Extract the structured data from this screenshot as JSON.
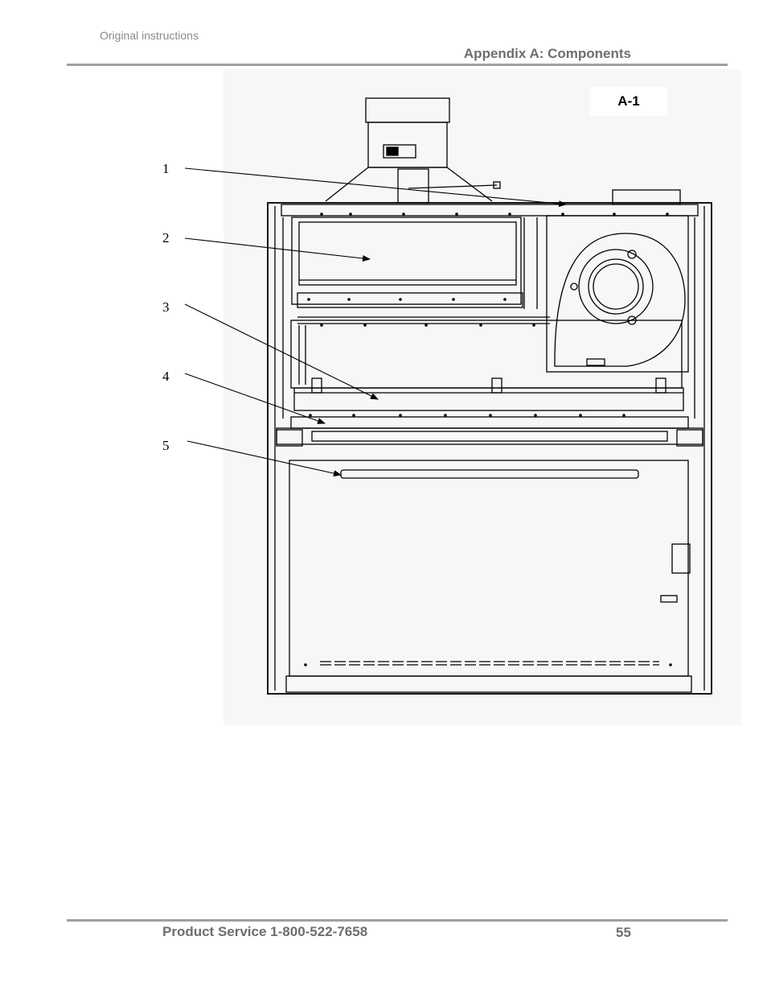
{
  "header": {
    "note": "Original instructions",
    "section_title": "Appendix A: Components"
  },
  "figure": {
    "label": "A-1",
    "callouts": [
      "1",
      "2",
      "3",
      "4",
      "5"
    ]
  },
  "footer": {
    "service": "Product Service 1-800-522-7658",
    "page_number": "55"
  }
}
